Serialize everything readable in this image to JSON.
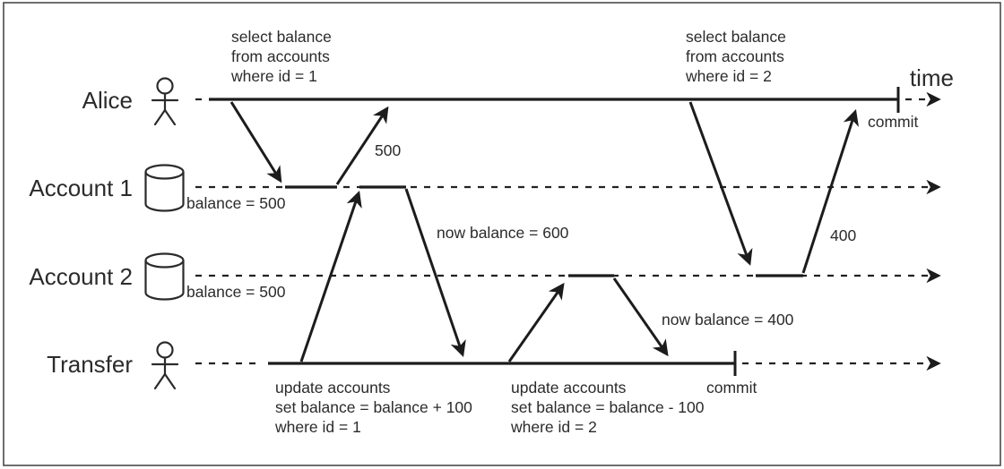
{
  "colors": {
    "ink": "#1c1c1c",
    "text": "#2b2b2b",
    "background": "#ffffff",
    "border": "#4a4a4a"
  },
  "time_axis": {
    "label": "time"
  },
  "actors": {
    "alice": {
      "label": "Alice",
      "icon": "person"
    },
    "account1": {
      "label": "Account 1",
      "icon": "database-cylinder"
    },
    "account2": {
      "label": "Account 2",
      "icon": "database-cylinder"
    },
    "transfer": {
      "label": "Transfer",
      "icon": "person"
    }
  },
  "messages": {
    "alice_query1": {
      "line1": "select balance",
      "line2": "from accounts",
      "line3": "where id = 1"
    },
    "alice_response1": "500",
    "alice_query2": {
      "line1": "select balance",
      "line2": "from accounts",
      "line3": "where id = 2"
    },
    "alice_response2": "400",
    "alice_commit": "commit",
    "account1_initial": "balance = 500",
    "account1_updated": "now balance = 600",
    "account2_initial": "balance = 500",
    "account2_updated": "now balance = 400",
    "transfer_update1": {
      "line1": "update accounts",
      "line2": "set balance = balance + 100",
      "line3": "where id = 1"
    },
    "transfer_update2": {
      "line1": "update accounts",
      "line2": "set balance = balance - 100",
      "line3": "where id = 2"
    },
    "transfer_commit": "commit"
  }
}
